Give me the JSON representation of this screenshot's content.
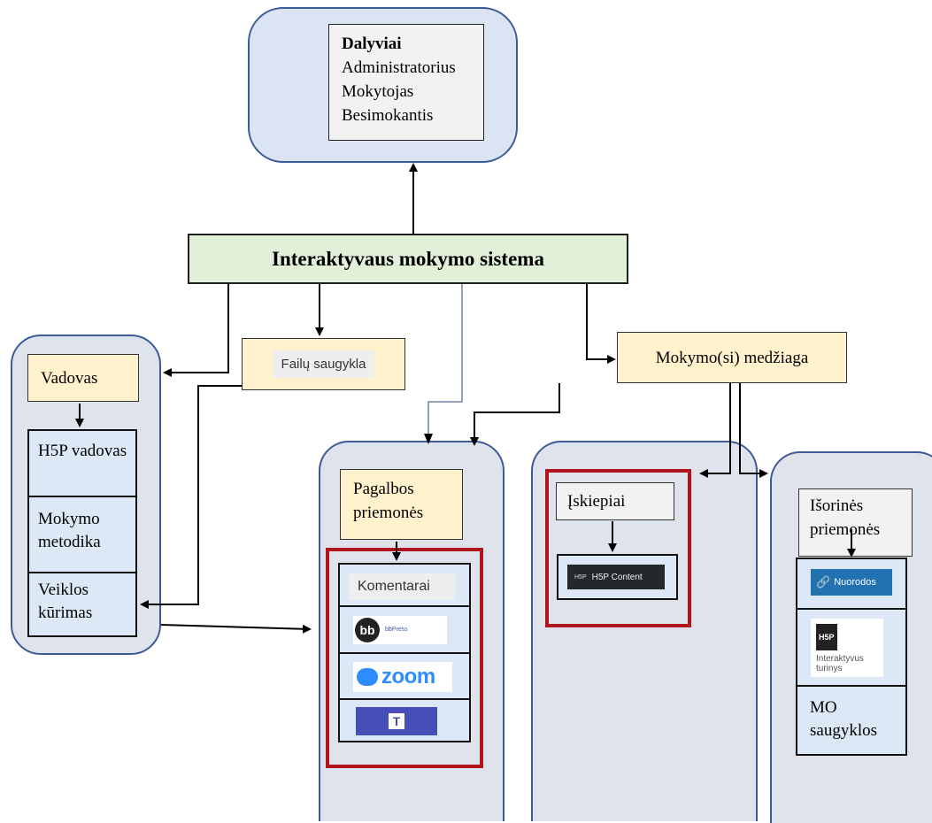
{
  "participants": {
    "heading": "Dalyviai",
    "roles": [
      "Administratorius",
      "Mokytojas",
      "Besimokantis"
    ]
  },
  "system": {
    "title": "Interaktyvaus mokymo sistema"
  },
  "guide": {
    "title": "Vadovas",
    "items": [
      "H5P vadovas",
      "Mokymo metodika",
      "Veiklos kūrimas"
    ]
  },
  "file_storage": {
    "label": "Failų saugykla"
  },
  "materials": {
    "label": "Mokymo(si) medžiaga"
  },
  "help_tools": {
    "title": "Pagalbos priemonės",
    "comments": "Komentarai",
    "bbpress_logo_text": "bbPress",
    "zoom": "zoom",
    "teams_glyph": "T"
  },
  "plugins": {
    "title": "Įskiepiai",
    "h5p_tag": "H5P",
    "h5p_content": "H5P Content"
  },
  "external": {
    "title": "Išorinės priemonės",
    "links": "Nuorodos",
    "h5p_tag": "H5P",
    "interactive": "Interaktyvus turinys",
    "repos": "MO saugyklos"
  },
  "colors": {
    "lane_border": "#3d5a99",
    "lane_fill": "#dfe3ec",
    "yellow": "#fff2cc",
    "green": "#e2efd9",
    "red_frame": "#b0141c",
    "cell": "#dce8f5"
  }
}
